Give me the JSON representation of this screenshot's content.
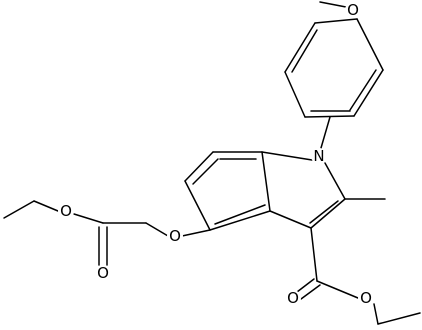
{
  "molecule": {
    "atom_labels": {
      "methoxy_oxygen": "O",
      "indole_nitrogen": "N",
      "ether_oxygen": "O",
      "ester_left_alkoxy_oxygen": "O",
      "ester_left_carbonyl_oxygen": "O",
      "ester_right_carbonyl_oxygen": "O",
      "ester_right_alkoxy_oxygen": "O"
    }
  }
}
